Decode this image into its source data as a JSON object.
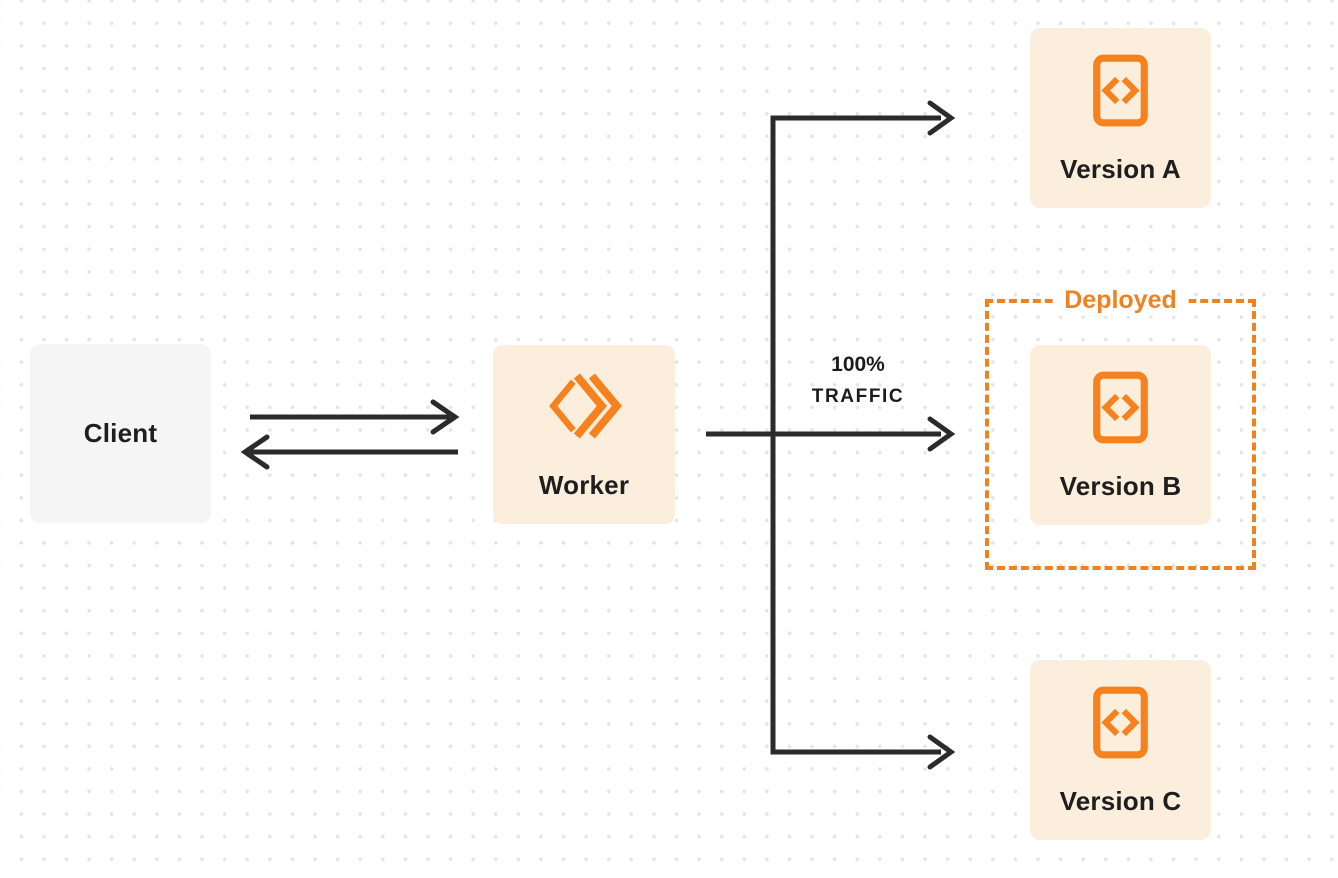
{
  "nodes": {
    "client": {
      "label": "Client"
    },
    "worker": {
      "label": "Worker"
    },
    "versions": [
      {
        "label": "Version A"
      },
      {
        "label": "Version B"
      },
      {
        "label": "Version C"
      }
    ]
  },
  "annotations": {
    "traffic_line1": "100%",
    "traffic_line2": "TRAFFIC",
    "deployed_label": "Deployed"
  },
  "icons": {
    "worker_icon": "workers-chevron-logo-icon",
    "version_icon": "code-document-icon"
  },
  "colors": {
    "accent_orange": "#F6821F",
    "dashed_outline_orange": "#EE8120",
    "node_cream": "#FBEEDC",
    "node_gray": "#F5F5F6",
    "arrow_dark": "#2B2B2B",
    "text_dark": "#1E1E1E",
    "dot_grid": "#E4E4E5"
  }
}
